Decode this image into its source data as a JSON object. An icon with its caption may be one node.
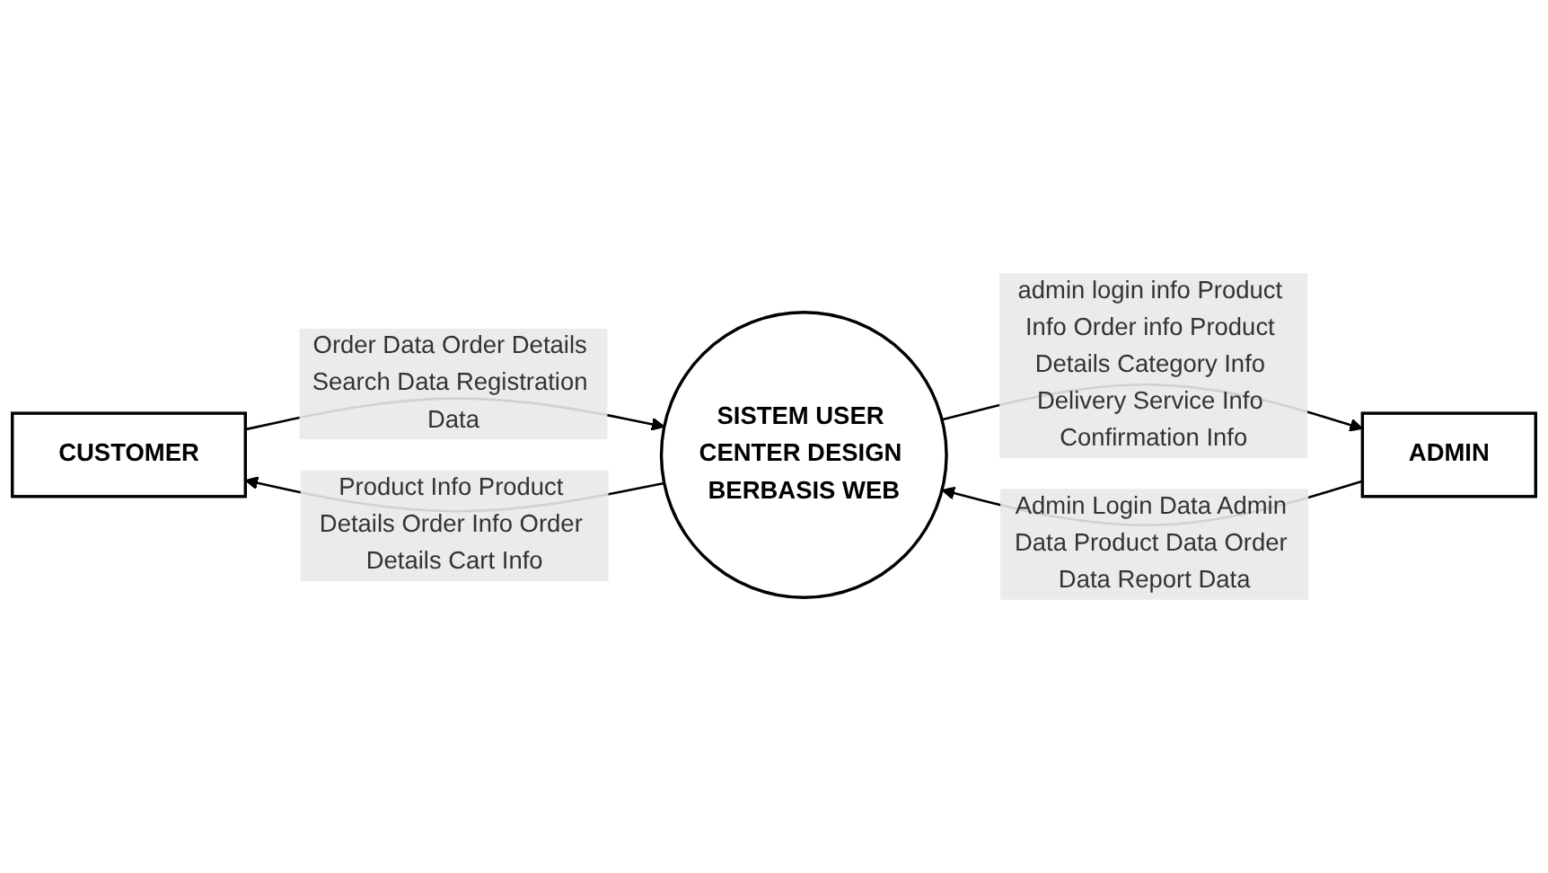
{
  "diagram": {
    "nodes": [
      {
        "text": [
          "CUSTOMER"
        ]
      },
      {
        "text": [
          "SISTEM USER CENTER DESIGN BERBASIS WEB"
        ]
      },
      {
        "text": [
          "ADMIN"
        ]
      }
    ],
    "edges": [
      {
        "from": 1,
        "to": 0,
        "arrow": "to",
        "label": "Product Info Product Details Order Info Order Details Cart Info"
      },
      {
        "from": 0,
        "to": 1,
        "arrow": "to",
        "label": "Order Data Order Details Search Data Registration Data"
      },
      {
        "from": 2,
        "to": 1,
        "arrow": "to",
        "label": "Admin Login Data Admin Data Product Data Order Data Report Data"
      },
      {
        "from": 1,
        "to": 2,
        "arrow": "to",
        "label": "admin login info Product Info Order info Product Details Category Info Delivery Service Info Confirmation Info"
      }
    ]
  }
}
